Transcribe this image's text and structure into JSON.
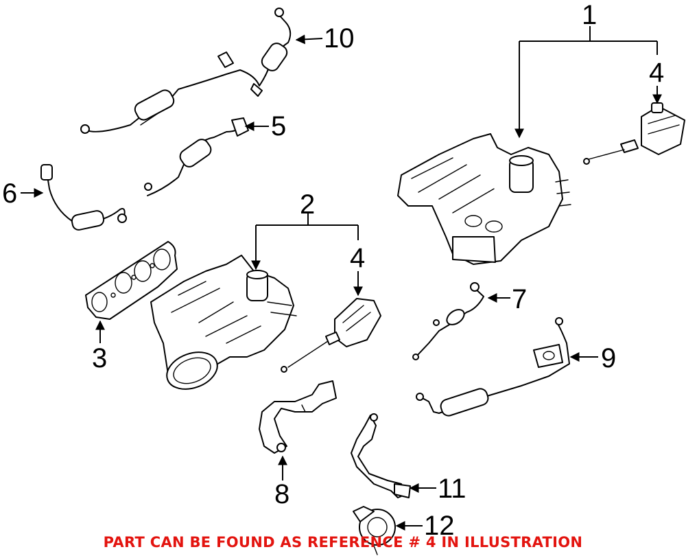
{
  "callouts": [
    {
      "id": "1",
      "text": "1"
    },
    {
      "id": "2",
      "text": "2"
    },
    {
      "id": "3",
      "text": "3"
    },
    {
      "id": "4a",
      "text": "4"
    },
    {
      "id": "4b",
      "text": "4"
    },
    {
      "id": "5",
      "text": "5"
    },
    {
      "id": "6",
      "text": "6"
    },
    {
      "id": "7",
      "text": "7"
    },
    {
      "id": "8",
      "text": "8"
    },
    {
      "id": "9",
      "text": "9"
    },
    {
      "id": "10",
      "text": "10"
    },
    {
      "id": "11",
      "text": "11"
    },
    {
      "id": "12",
      "text": "12"
    }
  ],
  "footer": {
    "text": "PART CAN BE FOUND AS REFERENCE # 4 IN ILLUSTRATION"
  },
  "colors": {
    "footer": "#e3140f",
    "line": "#000000"
  }
}
